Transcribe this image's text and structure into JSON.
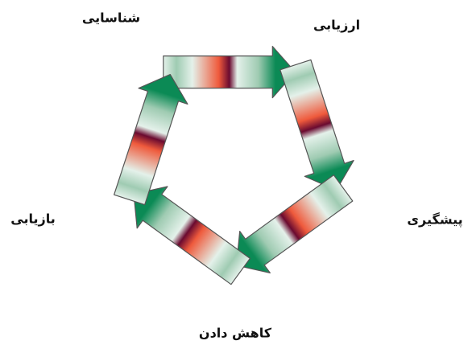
{
  "diagram": {
    "type": "cycle",
    "direction": "clockwise",
    "stages": [
      {
        "id": "identification",
        "label": "شناسایی"
      },
      {
        "id": "assessment",
        "label": "ارزیابی"
      },
      {
        "id": "prevention",
        "label": "پیشگیری"
      },
      {
        "id": "reduction",
        "label": "کاهش دادن"
      },
      {
        "id": "recovery",
        "label": "بازیابی"
      }
    ]
  },
  "colors": {
    "arrow_green": "#0b8a55",
    "band_light": "#e4f1ea",
    "band_mid": "#9fcbb2",
    "band_red": "#ef5a3c",
    "band_dark": "#6a0a30",
    "outline": "#555555",
    "text": "#111111"
  }
}
